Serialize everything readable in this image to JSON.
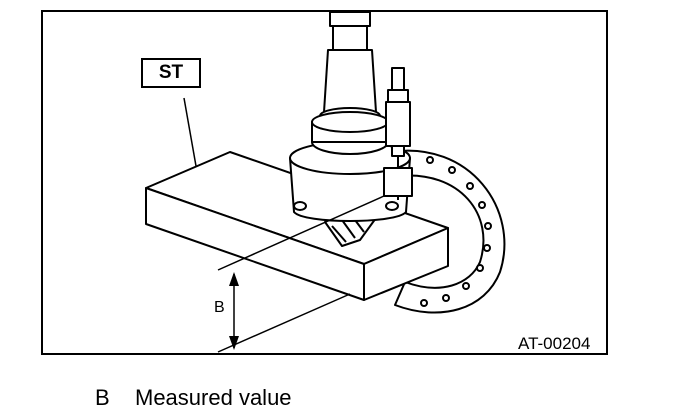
{
  "figure": {
    "tool_label": "ST",
    "dimension_label": "B",
    "figure_code": "AT-00204"
  },
  "legend": {
    "key": "B",
    "text": "Measured value"
  }
}
